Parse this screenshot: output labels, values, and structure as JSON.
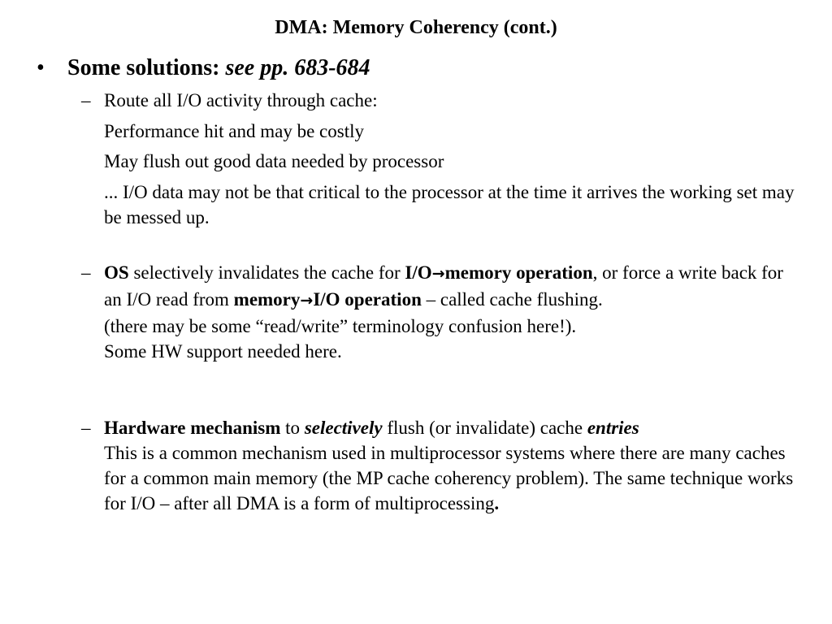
{
  "slide": {
    "title": "DMA: Memory Coherency (cont.)",
    "bullet_symbol": "•",
    "main_bullet": {
      "label": "Some solutions: ",
      "ref": "see pp. 683-684"
    },
    "dash_symbol": "–",
    "arrow_symbol": "→",
    "item1": {
      "line1": "Route all I/O activity through cache:",
      "line2": "Performance hit and may be costly",
      "line3": "May flush out good data needed by processor",
      "line4": "... I/O data may not be that critical to the processor at the time it arrives the working set may be messed up."
    },
    "item2": {
      "os": "OS",
      "t1": " selectively invalidates the cache for ",
      "io": "I/O",
      "memop": "memory operation",
      "t2": ", or force a write back for an I/O read from ",
      "memory": "memory",
      "ioop": "I/O operation",
      "t3": " – called cache flushing.",
      "line_paren": "(there may be some “read/write” terminology confusion here!).",
      "line_hw": "Some HW support needed here."
    },
    "item3": {
      "hw": "Hardware mechanism",
      "t1": " to ",
      "selectively": "selectively",
      "t2": " flush (or invalidate) cache ",
      "entries": "entries",
      "body": "This is a common mechanism used in multiprocessor systems where there are many caches for a common main memory (the MP cache coherency problem). The same technique works for I/O – after all DMA is a form of multiprocessing",
      "end": "."
    }
  }
}
